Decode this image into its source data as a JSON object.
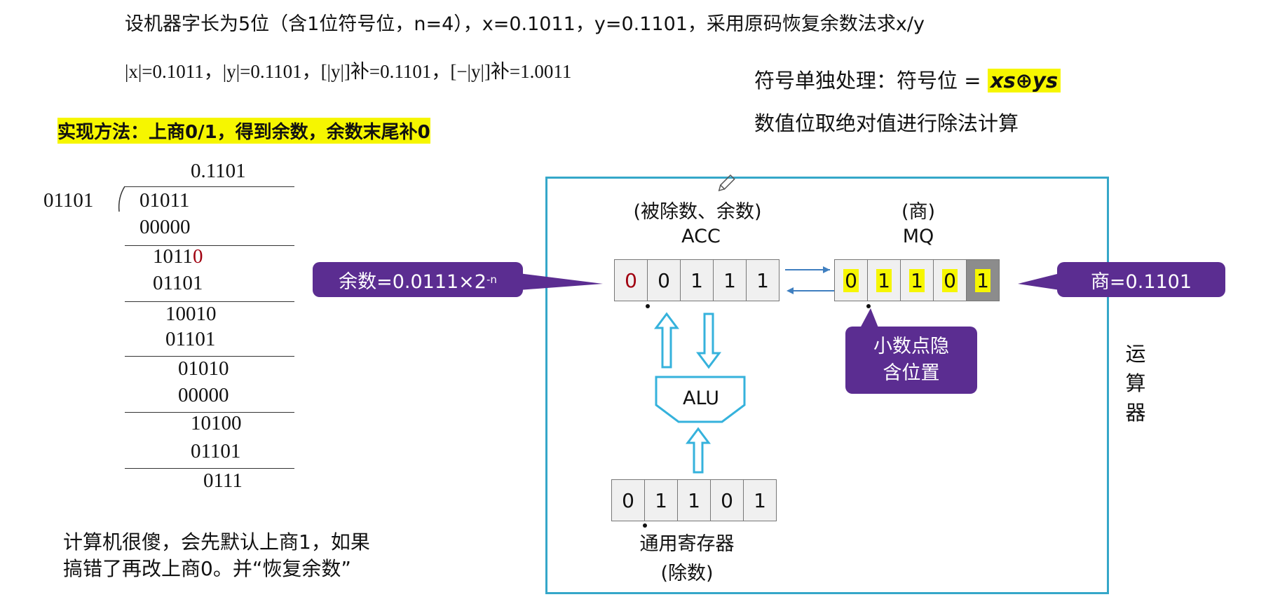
{
  "header": {
    "line1": "设机器字长为5位（含1位符号位，n=4），x=0.1011，y=0.1101，采用原码恢复余数法求x/y",
    "line2": "|x|=0.1011，|y|=0.1101，[|y|]补=0.1101，[−|y|]补=1.0011",
    "method": "实现方法：上商0/1，得到余数，余数末尾补0",
    "sign_note_prefix": "符号单独处理：符号位 =",
    "sign_formula": "xs⊕ys",
    "value_note": "数值位取绝对值进行除法计算"
  },
  "division": {
    "quotient": "0.1101",
    "divisor": "01101",
    "rows": [
      "01011",
      "00000",
      "1011",
      "0",
      "01101",
      "10010",
      "01101",
      "01010",
      "00000",
      "10100",
      "01101",
      "0111"
    ]
  },
  "note": {
    "line1": "计算机很傻，会先默认上商1，如果",
    "line2": "搞错了再改上商0。并“恢复余数”"
  },
  "diagram": {
    "acc_role": "(被除数、余数)",
    "acc_name": "ACC",
    "mq_role": "(商)",
    "mq_name": "MQ",
    "acc_bits": [
      "0",
      "0",
      "1",
      "1",
      "1"
    ],
    "mq_bits": [
      "0",
      "1",
      "1",
      "0",
      "1"
    ],
    "gr_bits": [
      "0",
      "1",
      "1",
      "0",
      "1"
    ],
    "alu": "ALU",
    "gr_name": "通用寄存器",
    "gr_role": "(除数)",
    "unit_label": [
      "运",
      "算",
      "器"
    ],
    "remainder_callout": "余数=0.0111×2",
    "remainder_exp": "-n",
    "quotient_callout": "商=0.1101",
    "point_callout_l1": "小数点隐",
    "point_callout_l2": "含位置",
    "colors": {
      "frame": "#35a7c9",
      "callout": "#5b2d91",
      "highlight": "#f6f600"
    }
  }
}
